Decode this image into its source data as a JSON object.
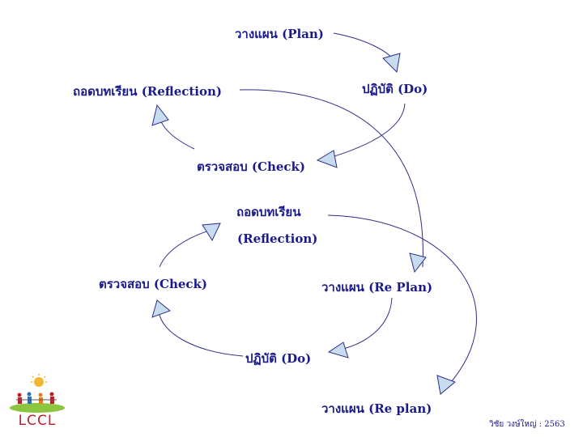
{
  "colors": {
    "text": "#1a1a8c",
    "arrow": "#2e2e88",
    "arrowhead": "#c8dcf0"
  },
  "nodes": {
    "plan": "วางแผน  (Plan)",
    "do": "ปฏิบัติ  (Do)",
    "check": "ตรวจสอบ  (Check)",
    "reflection": "ถอดบทเรียน  (Reflection)",
    "reflection2_th": "ถอดบทเรียน",
    "reflection2_en": "(Reflection)",
    "check2": "ตรวจสอบ  (Check)",
    "replan": "วางแผน  (Re  Plan)",
    "do2": "ปฏิบัติ  (Do)",
    "replan2": "วางแผน  (Re plan)"
  },
  "credit": "วิชัย วงษ์ใหญ่ : 2563",
  "logo": {
    "text": "LCCL",
    "icon": "sun-children-logo-icon"
  }
}
